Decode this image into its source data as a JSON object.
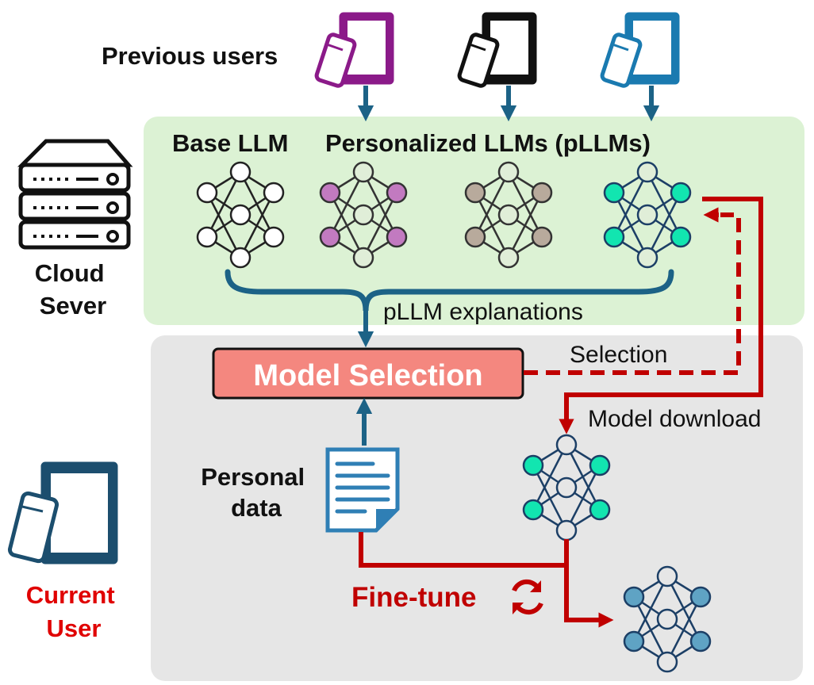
{
  "labels": {
    "previous_users": "Previous users",
    "base_llm": "Base LLM",
    "personalized_llms": "Personalized LLMs (pLLMs)",
    "cloud_server": [
      "Cloud",
      "Sever"
    ],
    "pllm_explanations": "pLLM explanations",
    "model_selection": "Model Selection",
    "selection": "Selection",
    "model_download": "Model download",
    "personal_data": [
      "Personal",
      "data"
    ],
    "current_user": [
      "Current",
      "User"
    ],
    "fine_tune": "Fine-tune"
  },
  "colors": {
    "cloud_region": "#dcf2d4",
    "user_region": "#e6e6e6",
    "arrow_blue": "#1c6286",
    "arrow_red": "#c00000",
    "model_selection_box": "#f4877f",
    "purple_device": "#8b1a89",
    "black_device": "#111111",
    "blue_device": "#1a7ab0",
    "current_user_device": "#1c4e6e",
    "current_user_text": "#e00000",
    "node_purple": "#c27ac0",
    "node_taupe": "#b8aa9c",
    "node_teal": "#12e5b0",
    "node_steel": "#5fa3c4",
    "document": "#2f7fb5"
  },
  "icons": [
    "tablet-phone-icon",
    "server-icon",
    "document-icon",
    "refresh-icon",
    "neural-network-icon"
  ]
}
